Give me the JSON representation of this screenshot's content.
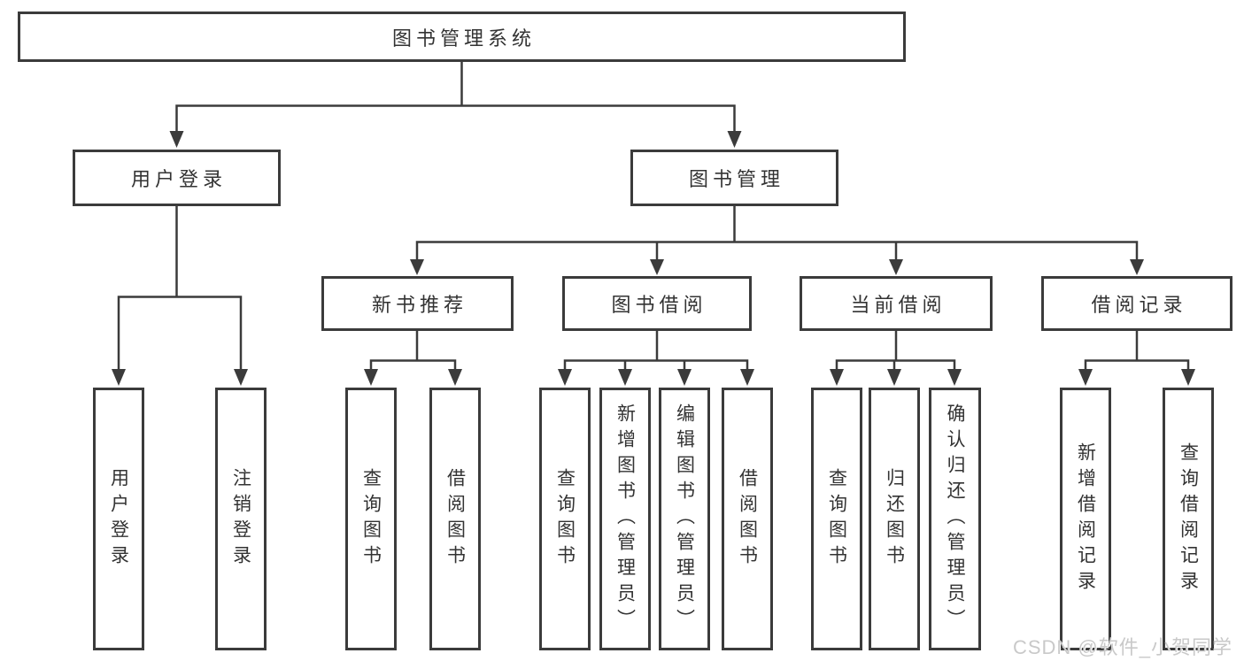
{
  "diagram": {
    "root": {
      "label": "图书管理系统"
    },
    "level2": [
      {
        "label": "用户登录"
      },
      {
        "label": "图书管理"
      }
    ],
    "level3": [
      {
        "label": "新书推荐"
      },
      {
        "label": "图书借阅"
      },
      {
        "label": "当前借阅"
      },
      {
        "label": "借阅记录"
      }
    ],
    "leaves": [
      {
        "label": "用户登录"
      },
      {
        "label": "注销登录"
      },
      {
        "label": "查询图书"
      },
      {
        "label": "借阅图书"
      },
      {
        "label": "查询图书"
      },
      {
        "label": "新增图书（管理员）"
      },
      {
        "label": "编辑图书（管理员）"
      },
      {
        "label": "借阅图书"
      },
      {
        "label": "查询图书"
      },
      {
        "label": "归还图书"
      },
      {
        "label": "确认归还（管理员）"
      },
      {
        "label": "新增借阅记录"
      },
      {
        "label": "查询借阅记录"
      }
    ]
  },
  "watermark": {
    "text": "CSDN @软件_小贺同学"
  },
  "colors": {
    "line": "#3b3b3b",
    "text": "#333333",
    "watermark": "#c9c9c9",
    "background": "#ffffff"
  }
}
